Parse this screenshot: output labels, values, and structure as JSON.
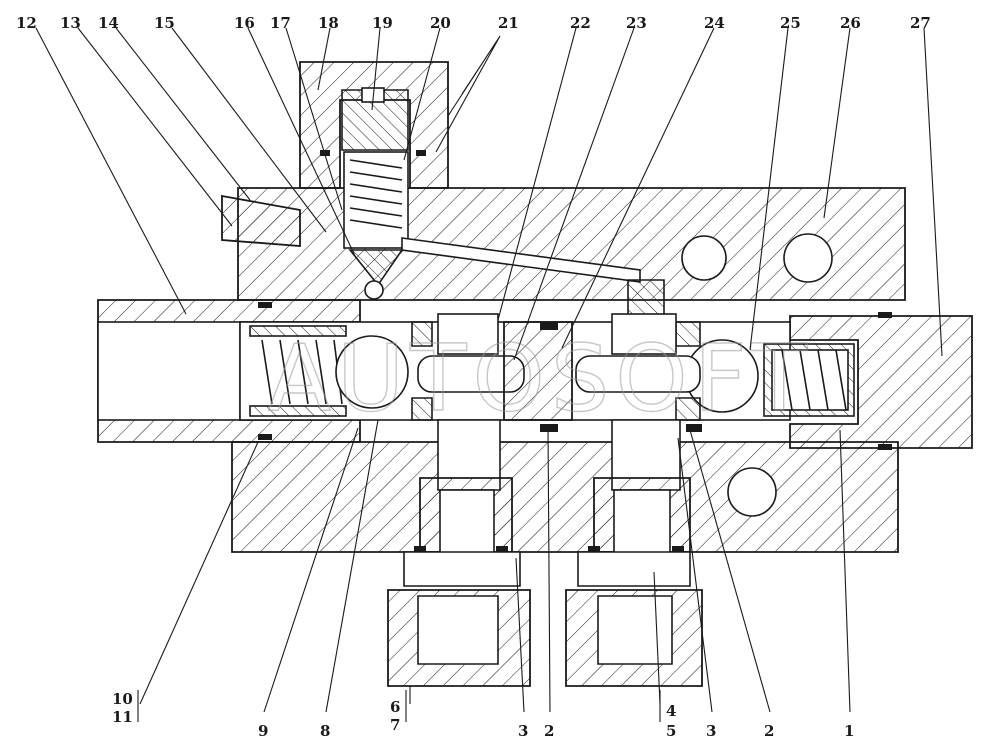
{
  "watermark": "AUTOSOFT",
  "callouts_top": [
    "12",
    "13",
    "14",
    "15",
    "16",
    "17",
    "18",
    "19",
    "20",
    "21",
    "22",
    "23",
    "24",
    "25",
    "26",
    "27"
  ],
  "callouts_bottom": [
    "10",
    "11",
    "9",
    "8",
    "6",
    "7",
    "3",
    "2",
    "4",
    "5",
    "3",
    "2",
    "1"
  ],
  "colors": {
    "ink": "#1a1a1a",
    "paper": "#ffffff",
    "watermark": "#9a9a9a"
  }
}
